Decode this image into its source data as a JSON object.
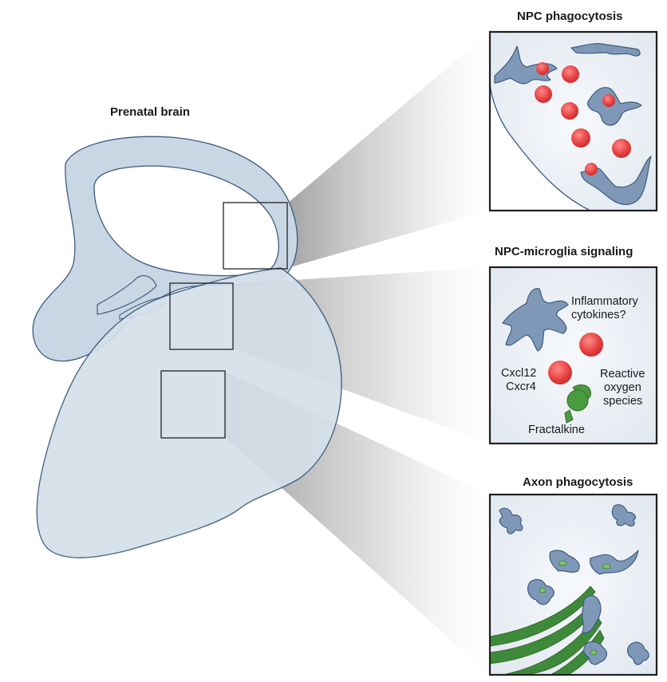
{
  "brain_label": "Prenatal brain",
  "panels": [
    {
      "title": "NPC phagocytosis",
      "annotations": []
    },
    {
      "title": "NPC-microglia signaling",
      "annotations": [
        "Inflammatory",
        "cytokines?",
        "Cxcl12",
        "Cxcr4",
        "Reactive",
        "oxygen",
        "species",
        "Fractalkine"
      ]
    },
    {
      "title": "Axon phagocytosis",
      "annotations": []
    }
  ],
  "colors": {
    "tissue_fill": "#d5e0ea",
    "tissue_edge": "#3d5c80",
    "microglia": "#7f98b8",
    "npc_red": "#e64a4a",
    "fractalkine_green": "#4a9a3e",
    "axon_green": "#3f8a3a",
    "projection_gray": "#9a9a9a"
  }
}
